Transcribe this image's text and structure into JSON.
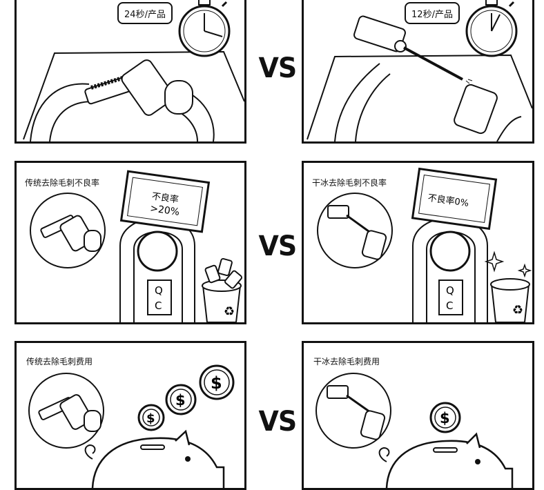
{
  "row1": {
    "left": {
      "time_label": "24秒/产品"
    },
    "vs": "VS",
    "right": {
      "time_label": "12秒/产品"
    }
  },
  "row2": {
    "left": {
      "caption": "传统去除毛刺不良率",
      "sign_line1": "不良率",
      "sign_line2": ">20%",
      "qc_q": "Q",
      "qc_c": "C"
    },
    "vs": "VS",
    "right": {
      "caption": "干冰去除毛刺不良率",
      "sign_line1": "不良率0%",
      "qc_q": "Q",
      "qc_c": "C"
    }
  },
  "row3": {
    "left": {
      "caption": "传统去除毛刺费用"
    },
    "vs": "VS",
    "right": {
      "caption": "干冰去除毛刺费用"
    }
  },
  "icons": {
    "stopwatch": "stopwatch-icon",
    "recycle": "recycle-icon",
    "coin": "dollar-coin-icon",
    "piggy": "piggy-bank-icon",
    "sparkle": "sparkle-icon"
  }
}
